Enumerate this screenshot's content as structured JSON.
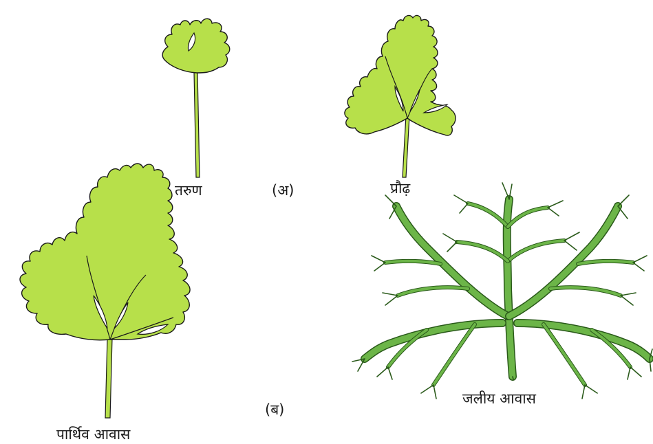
{
  "labels": {
    "young": "तरुण",
    "group_a": "(अ)",
    "mature": "प्रौढ़",
    "group_b": "(ब)",
    "terrestrial": "पार्थिव आवास",
    "aquatic": "जलीय आवास"
  },
  "colors": {
    "leaf_fill": "#b7e04a",
    "aquatic_fill": "#6cb548",
    "outline": "#1a1a1a"
  }
}
